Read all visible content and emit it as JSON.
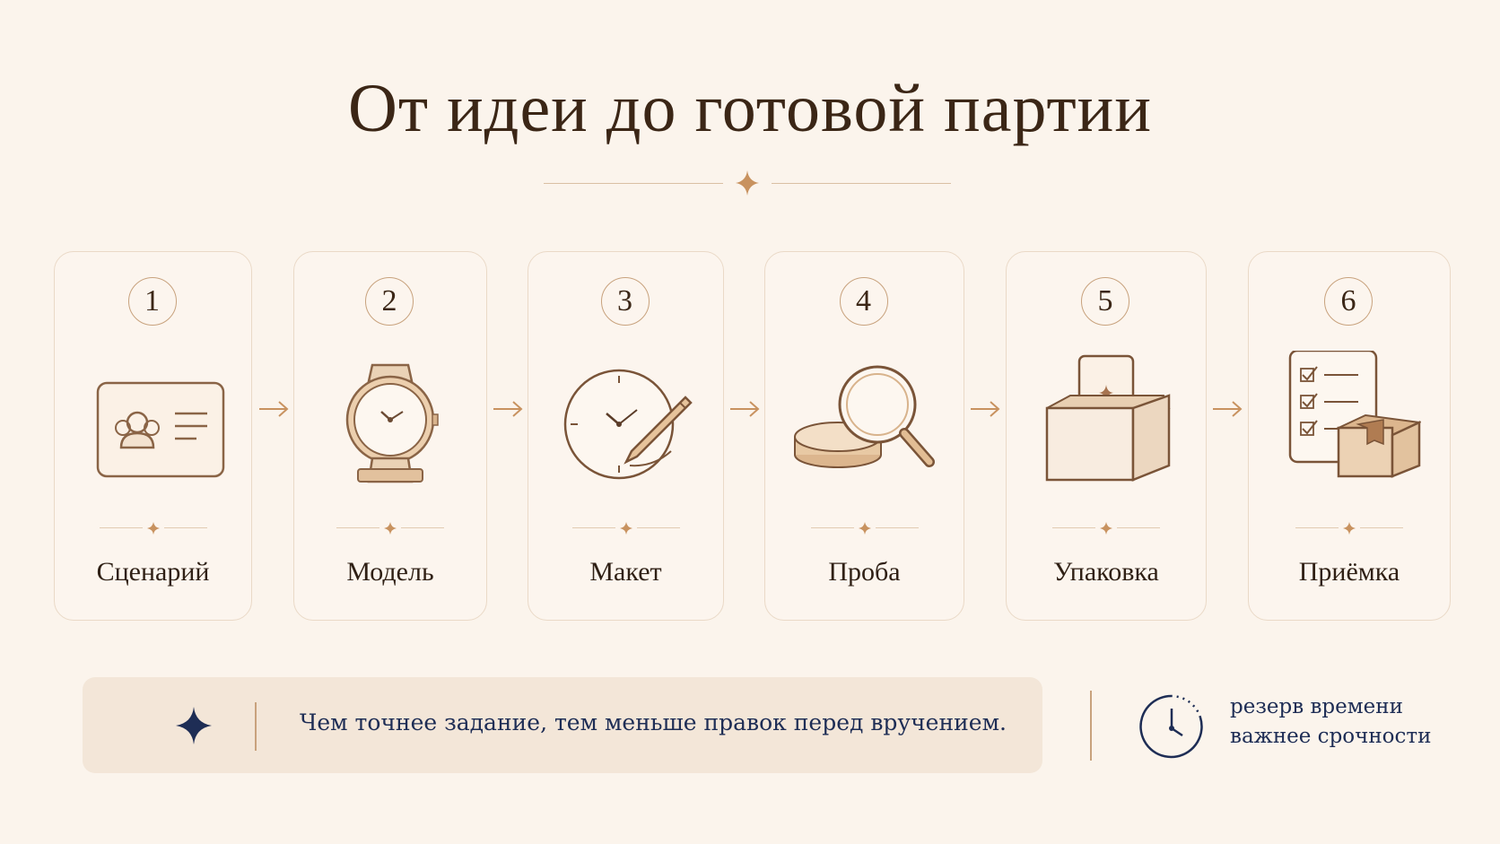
{
  "title": "От идеи до готовой партии",
  "steps": [
    {
      "number": "1",
      "label": "Сценарий",
      "icon": "id-card-icon"
    },
    {
      "number": "2",
      "label": "Модель",
      "icon": "wristwatch-icon"
    },
    {
      "number": "3",
      "label": "Макет",
      "icon": "clock-pencil-icon"
    },
    {
      "number": "4",
      "label": "Проба",
      "icon": "magnifier-icon"
    },
    {
      "number": "5",
      "label": "Упаковка",
      "icon": "gift-box-icon"
    },
    {
      "number": "6",
      "label": "Приёмка",
      "icon": "checklist-box-icon"
    }
  ],
  "note": {
    "text": "Чем точнее задание, тем меньше правок перед вручением.",
    "icon": "sparkle-star-icon"
  },
  "aside": {
    "line1": "резерв времени",
    "line2": "важнее срочности",
    "icon": "clock-icon"
  },
  "colors": {
    "background": "#fbf4ec",
    "accent": "#c8a27d",
    "navy": "#1e2d55",
    "text": "#3b2616",
    "note_bg": "#f3e6d8"
  }
}
